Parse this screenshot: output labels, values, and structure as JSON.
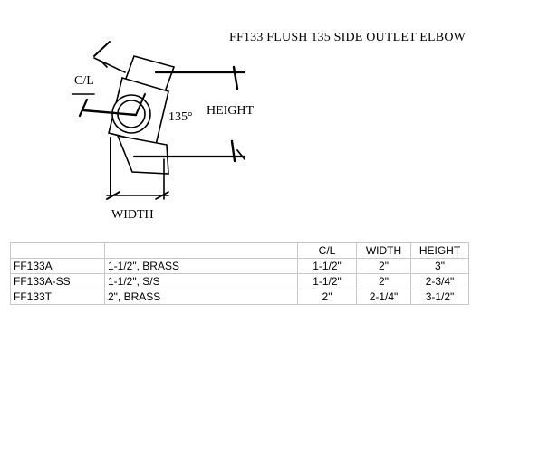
{
  "title": "FF133 FLUSH 135 SIDE OUTLET ELBOW",
  "labels": {
    "centerline": "C/L",
    "angle": "135°",
    "height": "HEIGHT",
    "width": "WIDTH"
  },
  "table": {
    "headers": [
      "",
      "",
      "C/L",
      "WIDTH",
      "HEIGHT"
    ],
    "rows": [
      [
        "FF133A",
        "1-1/2\", BRASS",
        "1-1/2\"",
        "2\"",
        "3\""
      ],
      [
        "FF133A-SS",
        "1-1/2\", S/S",
        "1-1/2\"",
        "2\"",
        "2-3/4\""
      ],
      [
        "FF133T",
        "2\", BRASS",
        "2\"",
        "2-1/4\"",
        "3-1/2\""
      ]
    ]
  }
}
